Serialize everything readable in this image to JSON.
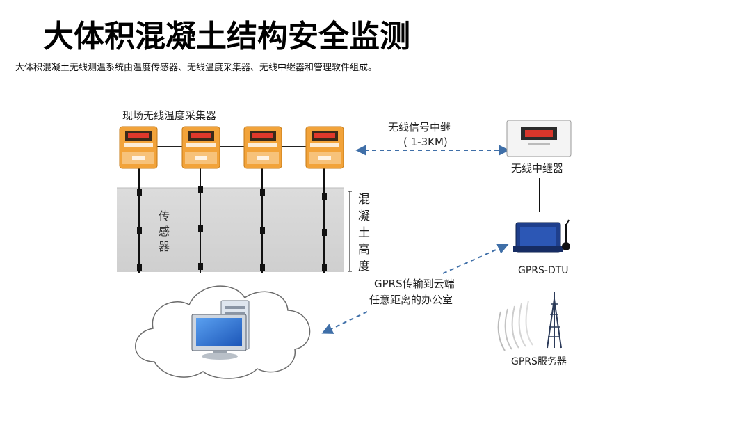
{
  "slide": {
    "title": "大体积混凝土结构安全监测",
    "subtitle": "大体积混凝土无线测温系统由温度传感器、无线温度采集器、无线中继器和管理软件组成。"
  },
  "diagram": {
    "collector_label": "现场无线温度采集器",
    "sensor_label": [
      "传",
      "感",
      "器"
    ],
    "height_label": [
      "混",
      "凝",
      "土",
      "高",
      "度"
    ],
    "relay_link_line1": "无线信号中继",
    "relay_link_line2": "( 1-3KM)",
    "relay_label": "无线中继器",
    "dtu_label": "GPRS-DTU",
    "cloud_link_line1": "GPRS传输到云端",
    "cloud_link_line2": "任意距离的办公室",
    "server_label": "GPRS服务器"
  },
  "colors": {
    "concrete": "#d9d9d9",
    "collector_body": "#f2a33a",
    "dashed_link": "#3f6fa8",
    "monitor_screen": "#2a6bd1"
  }
}
